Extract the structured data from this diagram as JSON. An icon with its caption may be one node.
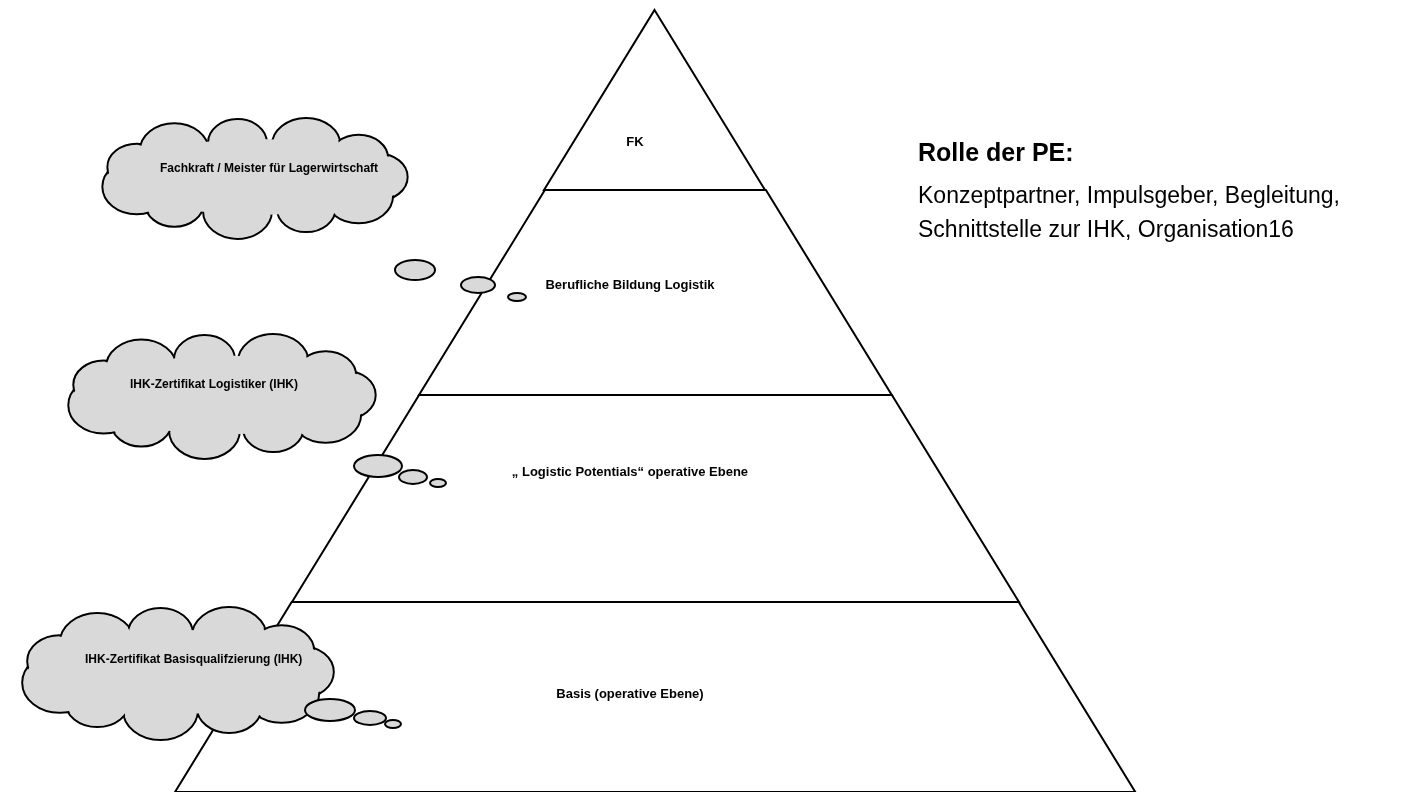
{
  "diagram": {
    "nodes": [
      {
        "text": [
          "FK"
        ]
      },
      {
        "text": [
          "Berufliche Bildung Logistik"
        ]
      },
      {
        "text": [
          "„ Logistic Potentials“ operative Ebene"
        ]
      },
      {
        "text": [
          "Basis (operative Ebene)"
        ]
      },
      {
        "text": [
          "Fachkraft / Meister für Lagerwirtschaft"
        ]
      },
      {
        "text": [
          "IHK-Zertifikat Logistiker (IHK)"
        ]
      },
      {
        "text": [
          "IHK-Zertifikat Basisqualifzierung (IHK)"
        ]
      }
    ],
    "edges": [],
    "labels": [
      "Rolle der PE:",
      "Konzeptpartner, Impulsgeber, Begleitung, Schnittstelle zur IHK, Organisation16"
    ]
  }
}
